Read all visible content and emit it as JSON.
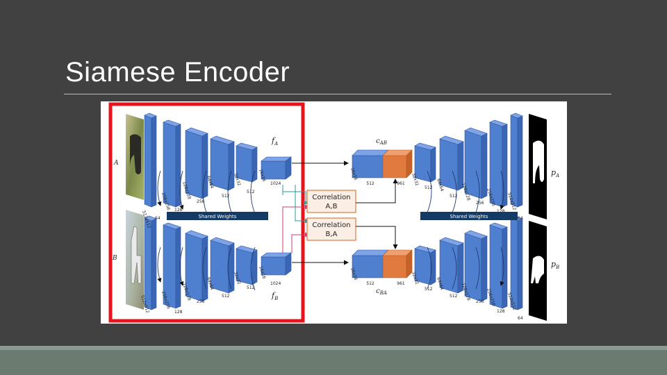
{
  "slide": {
    "title": "Siamese Encoder"
  },
  "figure": {
    "input_labels": {
      "a": "A",
      "b": "B"
    },
    "feature_labels": {
      "fa": "f",
      "fa_sub": "A",
      "fb": "f",
      "fb_sub": "B"
    },
    "corr_labels": {
      "cab": "c",
      "cab_sub": "AB",
      "cba": "c",
      "cba_sub": "BA"
    },
    "output_labels": {
      "pa": "p",
      "pa_sub": "A",
      "pb": "p",
      "pb_sub": "B"
    },
    "shared_weights_label": "Shared Weights",
    "correlation_boxes": [
      {
        "line1": "Correlation",
        "line2": "A,B"
      },
      {
        "line1": "Correlation",
        "line2": "B,A"
      }
    ],
    "encoder_channels": [
      "64",
      "128",
      "256",
      "512",
      "512",
      "1024"
    ],
    "encoder_sizes": [
      "512x512",
      "256x256",
      "128x128",
      "64x64",
      "32x32",
      "16x16"
    ],
    "decoder_channels": [
      "512",
      "512",
      "256",
      "128",
      "64"
    ],
    "decoder_sizes": [
      "32x32",
      "64x64",
      "128x128",
      "256x256",
      "512x512"
    ],
    "corr_block": {
      "channels_left": "512",
      "channels_right": "961",
      "size": "16x16"
    },
    "highlight_color": "#e8141b",
    "block_color": "#4f7fcf",
    "corr_color": "#e07a3f",
    "shared_bar_color": "#143a66"
  }
}
